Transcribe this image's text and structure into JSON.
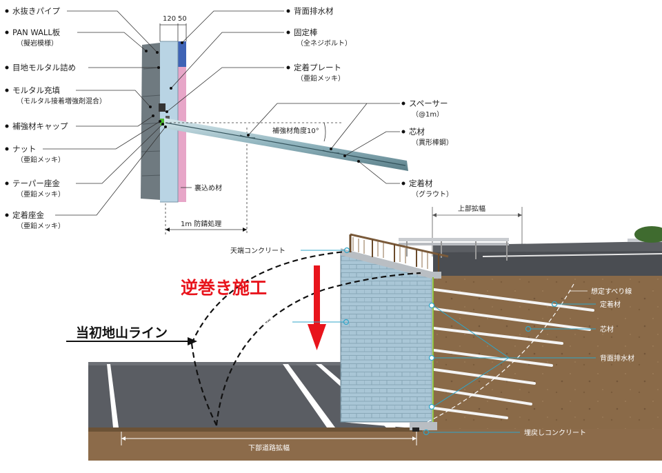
{
  "top_labels_left": [
    {
      "title": "水抜きパイプ",
      "sub": ""
    },
    {
      "title": "PAN WALL板",
      "sub": "（擬岩模様）"
    },
    {
      "title": "目地モルタル詰め",
      "sub": ""
    },
    {
      "title": "モルタル充填",
      "sub": "（モルタル接着増強剤混合）"
    },
    {
      "title": "補強材キャップ",
      "sub": ""
    },
    {
      "title": "ナット",
      "sub": "（亜鉛メッキ）"
    },
    {
      "title": "テーパー座金",
      "sub": "（亜鉛メッキ）"
    },
    {
      "title": "定着座金",
      "sub": "（亜鉛メッキ）"
    }
  ],
  "top_labels_right": [
    {
      "title": "背面排水材",
      "sub": ""
    },
    {
      "title": "固定棒",
      "sub": "（全ネジボルト）"
    },
    {
      "title": "定着プレート",
      "sub": "（亜鉛メッキ）"
    }
  ],
  "rod_labels": [
    {
      "title": "スペーサー",
      "sub": "（@1m）"
    },
    {
      "title": "芯材",
      "sub": "（異形棒鋼）"
    },
    {
      "title": "定着材",
      "sub": "（グラウト）"
    }
  ],
  "dimensions": {
    "dim_120": "120",
    "dim_50": "50",
    "backfill": "裏込め材",
    "rust": "1m 防錆処理",
    "angle": "補強材角度10°",
    "upper_widen": "上部拡幅",
    "lower_widen": "下部道路拡幅"
  },
  "bottom_labels": {
    "top_concrete": "天端コンクリート",
    "panwall": "PAN WALL 板",
    "reverse": "逆巻き施工",
    "ground_line": "当初地山ライン",
    "slip_line": "想定すべり線",
    "anchor": "定着材",
    "core": "芯材",
    "drain": "背面排水材",
    "backfill_concrete": "埋戻しコンクリート"
  },
  "colors": {
    "accent_red": "#e8141c",
    "leader_cyan": "#2fa6c9",
    "soil": "#8a6a48",
    "wall": "#a9c6d6"
  }
}
